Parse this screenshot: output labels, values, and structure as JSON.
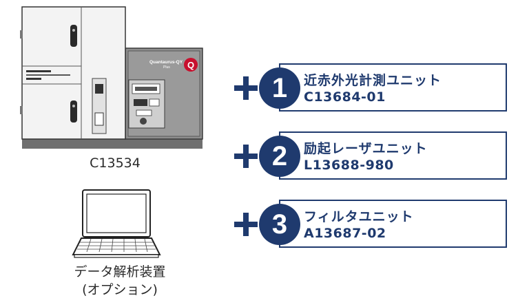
{
  "colors": {
    "navy": "#1f3a6e",
    "device_body": "#f2f2f2",
    "device_panel": "#8a8a8a"
  },
  "instrument": {
    "label": "C13534",
    "logo_text": "Quantaurus-QY Plus",
    "logo_mark": "Q"
  },
  "computer": {
    "label_line1": "データ解析装置",
    "label_line2": "(オプション)"
  },
  "units": [
    {
      "number": "1",
      "name": "近赤外光計測ユニット",
      "code": "C13684-01"
    },
    {
      "number": "2",
      "name": "励起レーザユニット",
      "code": "L13688-980"
    },
    {
      "number": "3",
      "name": "フィルタユニット",
      "code": "A13687-02"
    }
  ]
}
